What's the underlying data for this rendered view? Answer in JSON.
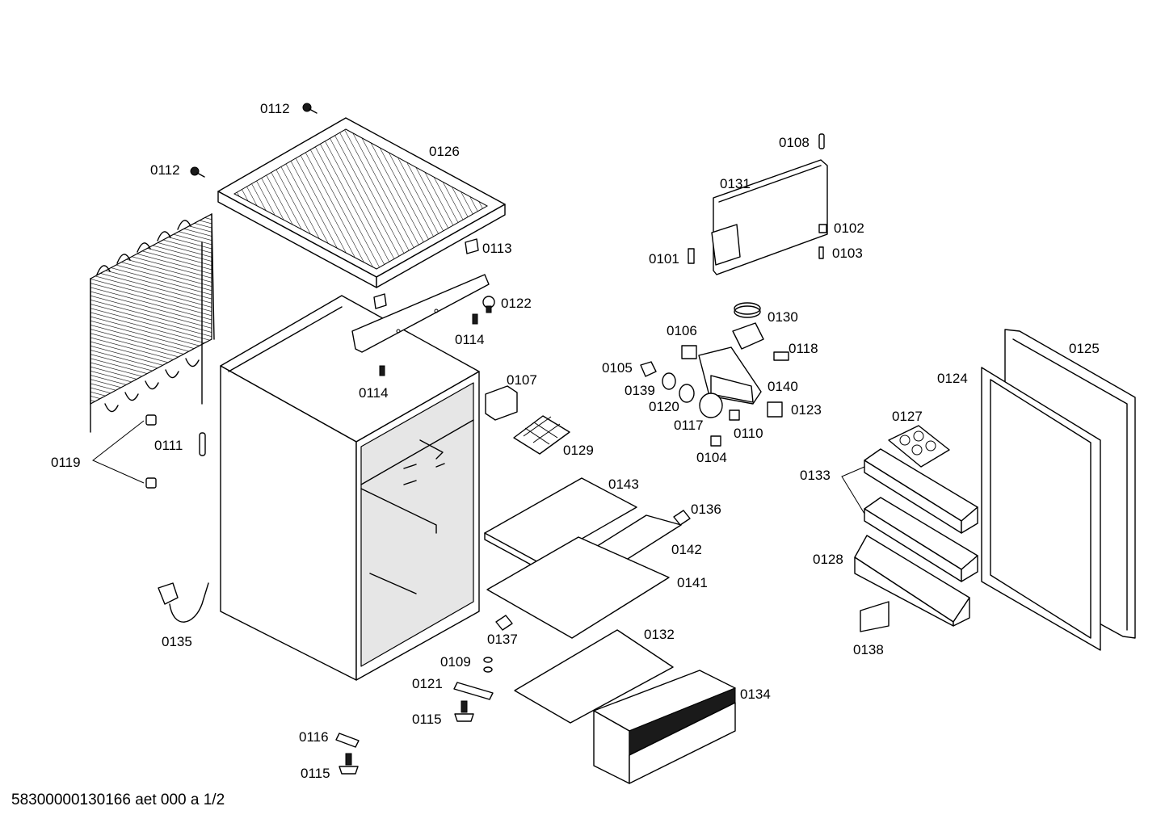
{
  "callouts": {
    "c0112a": "0112",
    "c0112b": "0112",
    "c0126": "0126",
    "c0113": "0113",
    "c0122": "0122",
    "c0114a": "0114",
    "c0114b": "0114",
    "c0119": "0119",
    "c0111": "0111",
    "c0107": "0107",
    "c0129": "0129",
    "c0143": "0143",
    "c0136": "0136",
    "c0142": "0142",
    "c0141": "0141",
    "c0137": "0137",
    "c0132": "0132",
    "c0109": "0109",
    "c0121": "0121",
    "c0115a": "0115",
    "c0116": "0116",
    "c0115b": "0115",
    "c0134": "0134",
    "c0135": "0135",
    "c0108": "0108",
    "c0131": "0131",
    "c0102": "0102",
    "c0103": "0103",
    "c0101": "0101",
    "c0130": "0130",
    "c0106": "0106",
    "c0118": "0118",
    "c0105": "0105",
    "c0139": "0139",
    "c0140": "0140",
    "c0120": "0120",
    "c0123": "0123",
    "c0117": "0117",
    "c0110": "0110",
    "c0104": "0104",
    "c0125": "0125",
    "c0124": "0124",
    "c0127": "0127",
    "c0133": "0133",
    "c0128": "0128",
    "c0138": "0138"
  },
  "footer": "58300000130166 aet 000 a 1/2"
}
